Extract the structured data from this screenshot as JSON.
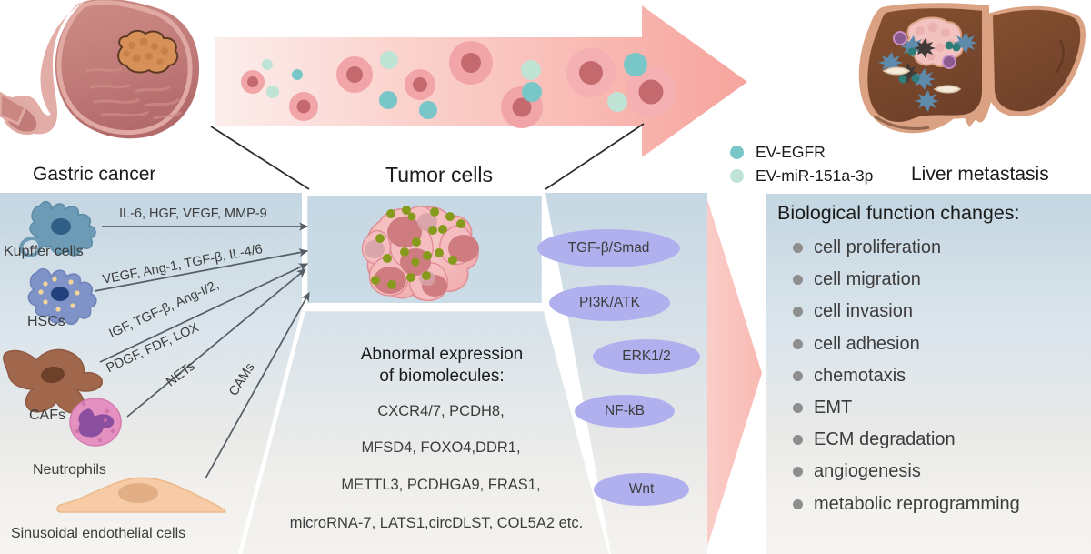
{
  "figure": {
    "type": "biomedical-schematic",
    "subject": "Gastric cancer liver metastasis mechanism",
    "organs": {
      "source_label": "Gastric cancer",
      "source_icon": "stomach-with-tumor-illustration",
      "target_label": "Liver metastasis",
      "target_icon": "liver-with-metastatic-nodule-illustration",
      "transit_label": "Tumor cells",
      "transit_icon": "circulating-tumor-cells-in-bloodstream-arrow"
    },
    "legend": {
      "items": [
        {
          "label": "EV-EGFR",
          "color": "#79c6c9",
          "icon": "teal-dot"
        },
        {
          "label": "EV-miR-151a-3p",
          "color": "#bfe3d4",
          "icon": "mint-dot"
        }
      ]
    }
  },
  "microenvironment": {
    "cells": [
      {
        "name": "Kupffer cells",
        "icon": "kupffer-cell-icon",
        "color": "#6d9ab5"
      },
      {
        "name": "HSCs",
        "icon": "hepatic-stellate-cell-icon",
        "color": "#7f93c8"
      },
      {
        "name": "CAFs",
        "icon": "cancer-associated-fibroblast-icon",
        "color": "#a0674c"
      },
      {
        "name": "Neutrophils",
        "icon": "neutrophil-icon",
        "color": "#e490c0"
      },
      {
        "name": "Sinusoidal endothelial cells",
        "icon": "sinusoidal-endothelial-cell-icon",
        "color": "#f7cba6"
      }
    ],
    "mediators": [
      {
        "from": "Kupffer cells",
        "label": "IL-6, HGF, VEGF, MMP-9"
      },
      {
        "from": "HSCs",
        "label": "VEGF, Ang-1, TGF-β, IL-4/6"
      },
      {
        "from": "CAFs",
        "label": "IGF, TGF-β, Ang-I/2,"
      },
      {
        "from": "CAFs",
        "label": "PDGF, FDF, LOX"
      },
      {
        "from": "Neutrophils",
        "label": "NETs"
      },
      {
        "from": "Sinusoidal endothelial cells",
        "label": "CAMs"
      }
    ]
  },
  "tumor_center": {
    "label": "Tumor cells",
    "icon": "tumor-cell-cluster-icon",
    "abnormal_title_line1": "Abnormal expression",
    "abnormal_title_line2": "of biomolecules:",
    "biomolecule_rows": [
      "CXCR4/7, PCDH8,",
      "MFSD4, FOXO4,DDR1,",
      "METTL3, PCDHGA9, FRAS1,",
      "microRNA-7, LATS1,circDLST, COL5A2 etc."
    ]
  },
  "pathways": {
    "oval_color": "#b1b0ee",
    "items": [
      "TGF-β/Smad",
      "PI3K/ATK",
      "ERK1/2",
      "NF-kB",
      "Wnt"
    ]
  },
  "biological_functions": {
    "title": "Biological function changes:",
    "bullet_color": "#8e8e8e",
    "items": [
      "cell proliferation",
      "cell migration",
      "cell invasion",
      "cell adhesion",
      "chemotaxis",
      "EMT",
      "ECM degradation",
      "angiogenesis",
      "metabolic reprogramming"
    ]
  },
  "palette": {
    "panel_top": "#c3d6e2",
    "panel_bottom": "#f6f4f1",
    "arrow_pink": "#f6aaa4",
    "arrow_pink_light": "#fbe3e0",
    "text_dark": "#3c3c3c",
    "stomach_pink": "#c07a78",
    "liver_brown": "#7d4a2e"
  }
}
